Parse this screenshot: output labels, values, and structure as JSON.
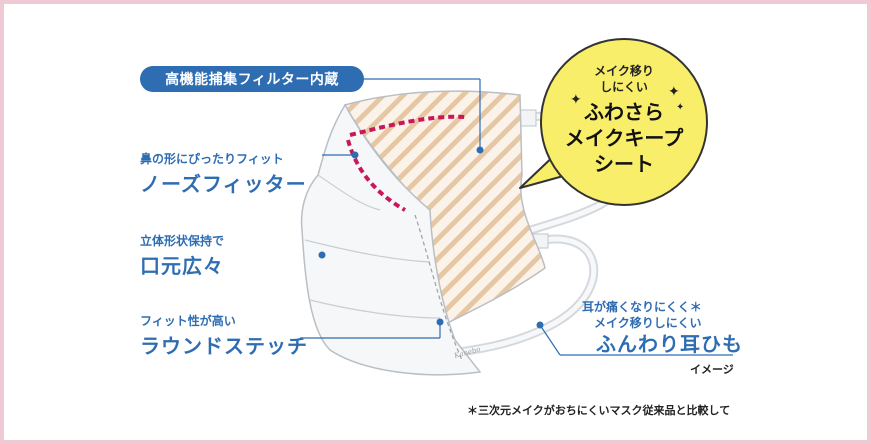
{
  "colors": {
    "accent": "#2f6db3",
    "badge_fill": "#f8ee6a",
    "stitch": "#c9175a",
    "frame": "#efc9d3"
  },
  "filter_label": "高機能捕集フィルター内蔵",
  "nose": {
    "sub": "鼻の形にぴったりフィット",
    "title": "ノーズフィッター"
  },
  "shape": {
    "sub": "立体形状保持で",
    "title": "口元広々"
  },
  "stitch": {
    "sub": "フィット性が高い",
    "title": "ラウンドステッチ"
  },
  "ear": {
    "sub1": "耳が痛くなりにくく＊",
    "sub2": "メイク移りしにくい",
    "title": "ふんわり耳ひも"
  },
  "badge": {
    "line1": "メイク移り",
    "line2": "しにくい",
    "line3": "ふわさら",
    "line4": "メイクキープ",
    "line5": "シート",
    "sparkle_icon": "sparkle-icon"
  },
  "image_note": "イメージ",
  "footnote": "＊三次元メイクがおちにくいマスク従来品と比較して"
}
